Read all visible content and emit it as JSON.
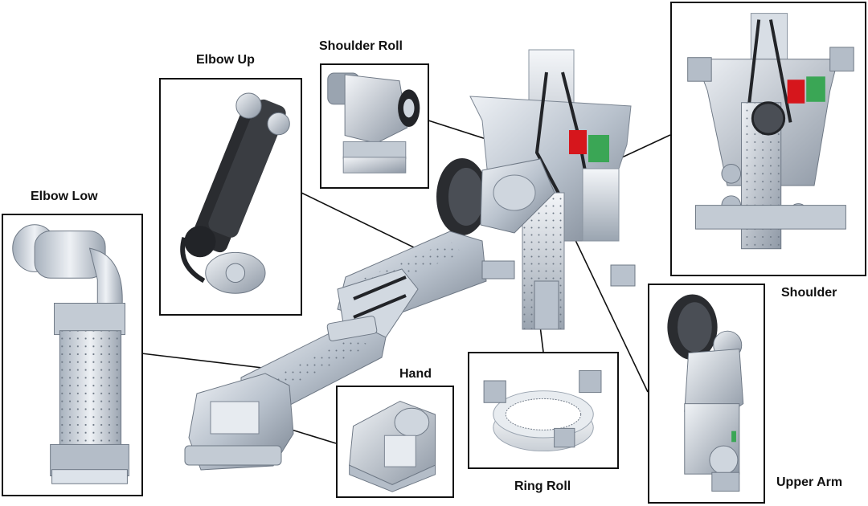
{
  "labels": {
    "elbow_up": "Elbow Up",
    "shoulder_roll": "Shoulder Roll",
    "elbow_low": "Elbow Low",
    "hand": "Hand",
    "ring_roll": "Ring Roll",
    "shoulder": "Shoulder",
    "upper_arm": "Upper Arm"
  },
  "colors": {
    "metal_light": "#dde3ea",
    "metal_mid": "#aab4c0",
    "metal_dark": "#6e7885",
    "belt": "#222428",
    "pcb_red": "#d6161c",
    "pcb_green": "#3aa655",
    "leader_line": "#111111"
  }
}
